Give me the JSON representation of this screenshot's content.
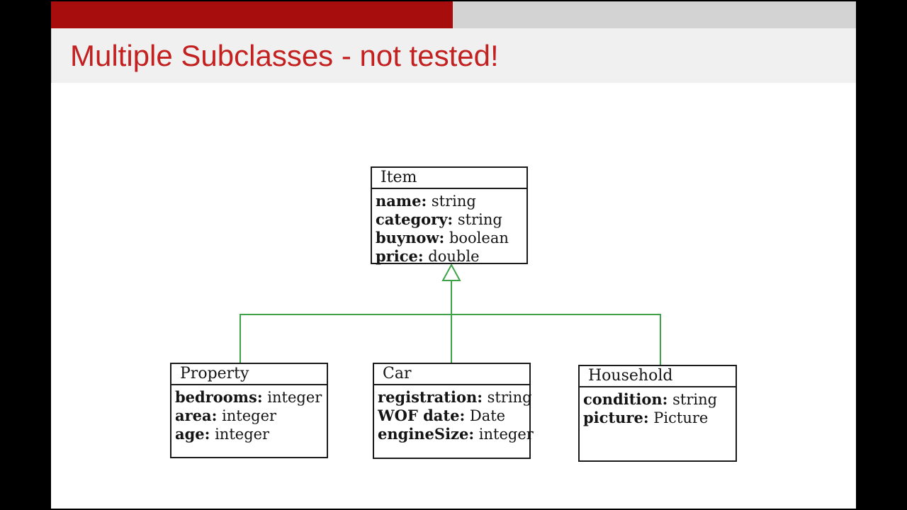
{
  "colors": {
    "accent_red": "#a80d0d",
    "topbar_gray": "#d4d3d4",
    "title_band_bg": "#f1f0f1",
    "title_text": "#c32020",
    "connector_green": "#3ea348",
    "box_border": "#1a1a1a"
  },
  "slide": {
    "title": "Multiple Subclasses - not tested!"
  },
  "diagram": {
    "classes": [
      {
        "name": "Item",
        "attributes": [
          {
            "name": "name",
            "type": "string"
          },
          {
            "name": "category",
            "type": "string"
          },
          {
            "name": "buynow",
            "type": "boolean"
          },
          {
            "name": "price",
            "type": "double"
          }
        ]
      },
      {
        "name": "Property",
        "attributes": [
          {
            "name": "bedrooms",
            "type": "integer"
          },
          {
            "name": "area",
            "type": "integer"
          },
          {
            "name": "age",
            "type": "integer"
          }
        ]
      },
      {
        "name": "Car",
        "attributes": [
          {
            "name": "registration",
            "type": "string"
          },
          {
            "name": "WOF date",
            "type": "Date"
          },
          {
            "name": "engineSize",
            "type": "integer"
          }
        ]
      },
      {
        "name": "Household",
        "attributes": [
          {
            "name": "condition",
            "type": "string"
          },
          {
            "name": "picture",
            "type": "Picture"
          }
        ]
      }
    ]
  }
}
